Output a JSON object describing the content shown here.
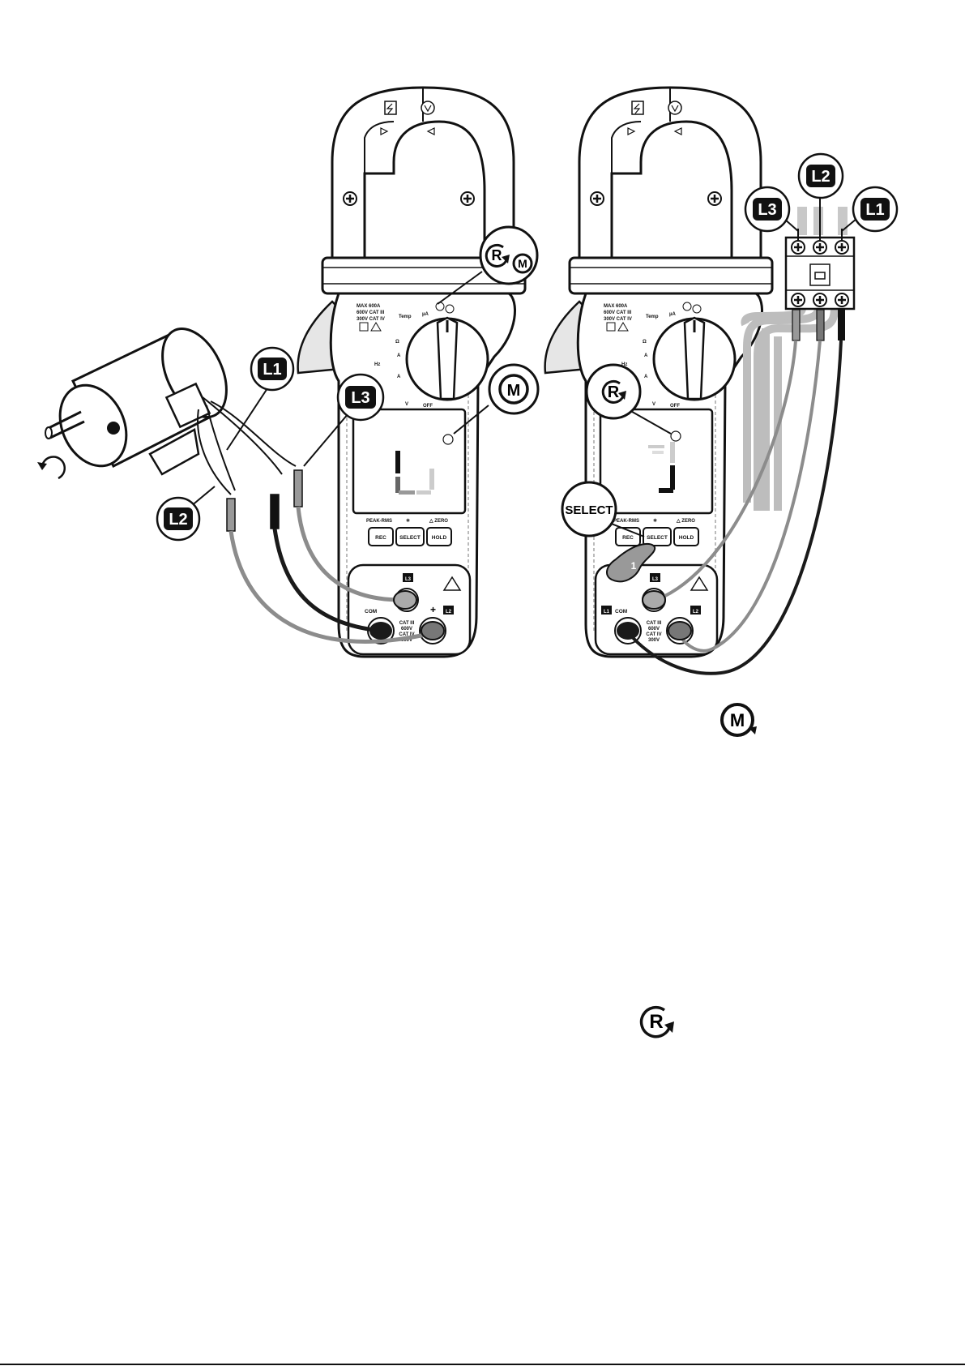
{
  "badges": {
    "left": {
      "L1": "L1",
      "L2": "L2",
      "L3": "L3"
    },
    "right": {
      "L1": "L1",
      "L2": "L2",
      "L3": "L3"
    }
  },
  "rotation_symbols": {
    "R": "R",
    "M": "M"
  },
  "meter": {
    "rating_lines": [
      "MAX 600A",
      "600V CAT III",
      "300V CAT IV"
    ],
    "dial_labels": {
      "temp": "Temp",
      "ua": "µA",
      "ohm": "Ω",
      "amp": "A",
      "hz": "Hz",
      "volt": "V",
      "off": "OFF"
    },
    "function_labels": {
      "peak": "PEAK-RMS",
      "zero": "△ ZERO"
    },
    "buttons": {
      "rec": "REC",
      "select": "SELECT",
      "hold": "HOLD"
    },
    "jacks": {
      "com": "COM",
      "plus": "+",
      "l1": "L1",
      "l2": "L2",
      "l3": "L3",
      "cat": [
        "CAT III",
        "600V",
        "CAT IV",
        "300V"
      ]
    }
  },
  "callouts": {
    "select": "SELECT",
    "finger_step": "1"
  },
  "colors": {
    "line": "#111111",
    "lead_gray": "#8c8c8c",
    "lead_black": "#1a1a1a",
    "bus_gray": "#bdbdbd"
  }
}
